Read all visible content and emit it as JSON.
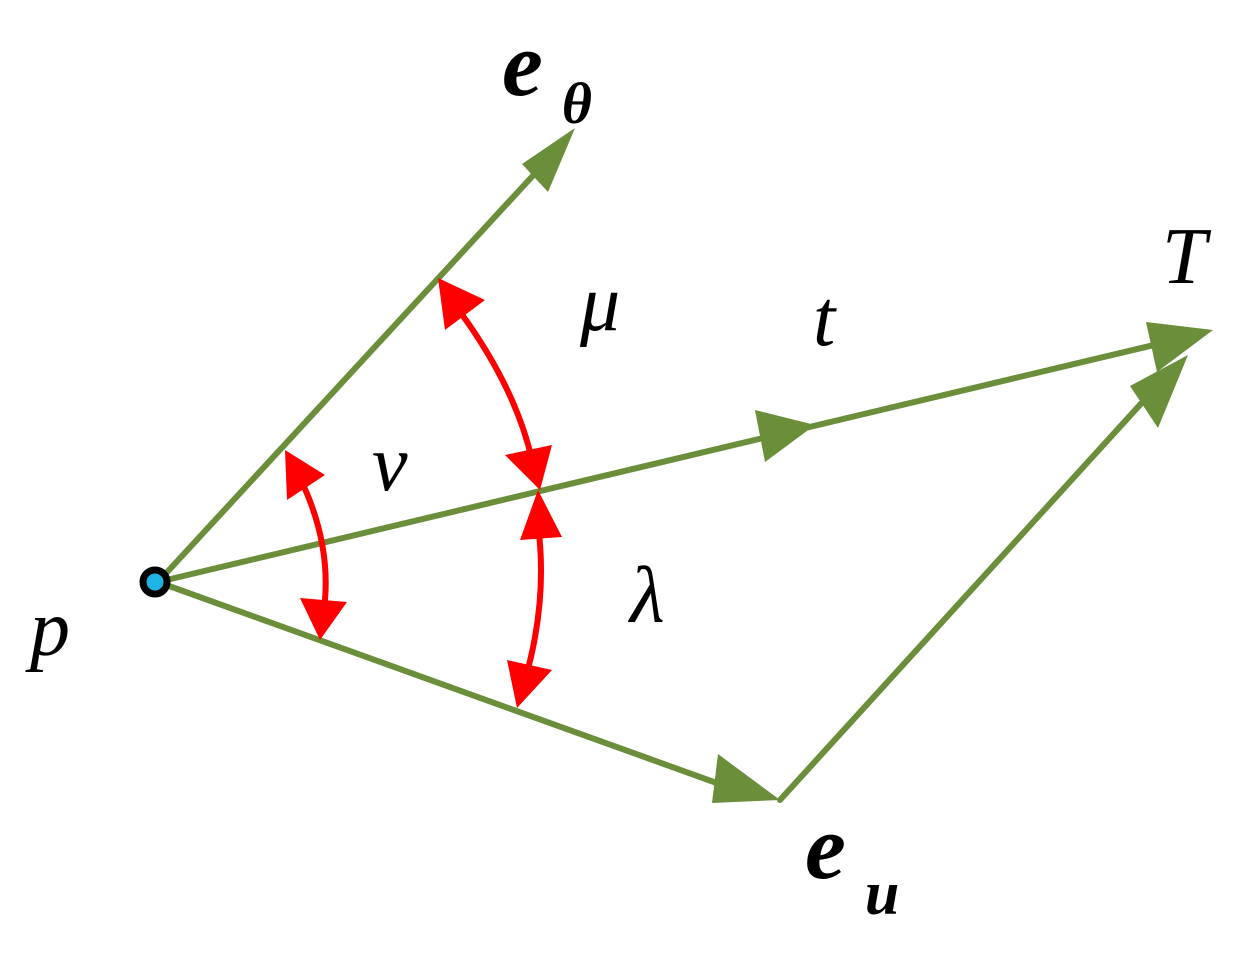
{
  "colors": {
    "vector": "#6b8e3a",
    "angle": "#ff0000",
    "point_fill": "#1eb4e6",
    "point_stroke": "#000000",
    "text": "#000000"
  },
  "labels": {
    "e_theta_base": "e",
    "e_theta_sub": "θ",
    "e_u_base": "e",
    "e_u_sub": "u",
    "T": "T",
    "t": "t",
    "mu": "μ",
    "v": "v",
    "lambda": "λ",
    "p": "p"
  }
}
